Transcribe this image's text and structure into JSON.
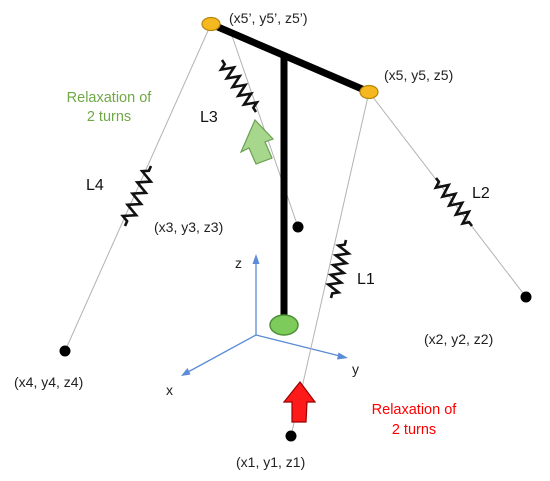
{
  "colors": {
    "background": "#ffffff",
    "wire": "#b3b3b3",
    "spring": "#111111",
    "rod": "#000000",
    "pivot_fill": "#f5b820",
    "pivot_stroke": "#b8860b",
    "anchor": "#000000",
    "base_fill": "#7ccb5b",
    "base_stroke": "#4d8f34",
    "axis": "#5b8bd6",
    "green_arrow": "#a6d78c",
    "green_arrow_stroke": "#6a9f52",
    "red_arrow": "#ff1a1a",
    "red_arrow_stroke": "#990000",
    "green_text": "#70a846",
    "red_text": "#ff0000"
  },
  "points": {
    "p1": "(x1, y1, z1)",
    "p2": "(x2, y2, z2)",
    "p3": "(x3, y3, z3)",
    "p4": "(x4, y4, z4)",
    "p5": "(x5, y5, z5)",
    "p5_prime": "(x5’, y5’, z5’)"
  },
  "springs": {
    "l1": "L1",
    "l2": "L2",
    "l3": "L3",
    "l4": "L4"
  },
  "axes": {
    "x": "x",
    "y": "y",
    "z": "z"
  },
  "annotations": {
    "green_line1": "Relaxation of",
    "green_line2": "2 turns",
    "red_line1": "Relaxation of",
    "red_line2": "2 turns"
  }
}
